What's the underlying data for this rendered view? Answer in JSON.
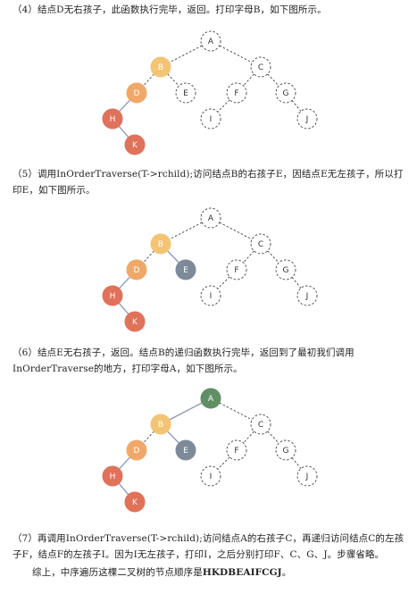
{
  "paragraphs": {
    "p4": "（4）结点D无右孩子，此函数执行完毕，返回。打印字母B，如下图所示。",
    "p5": "（5）调用InOrderTraverse(T->rchild);访问结点B的右孩子E，因结点E无左孩子，所以打印E，如下图所示。",
    "p6": "（6）结点E无右孩子，返回。结点B的递归函数执行完毕，返回到了最初我们调用InOrderTraverse的地方，打印字母A，如下图所示。",
    "p7": "（7）再调用InOrderTraverse(T->rchild);访问结点A的右孩子C，再递归访问结点C的左孩子F，结点F的左孩子I。因为I无左孩子，打印I，之后分别打印F、C、G、J。步骤省略。",
    "summary_prefix": "综上，中序遍历这棵二叉树的节点顺序是",
    "summary_result": "HKDBEAIFCGJ",
    "summary_suffix": "。"
  },
  "tree": {
    "nodes": [
      "A",
      "B",
      "C",
      "D",
      "E",
      "F",
      "G",
      "H",
      "I",
      "J",
      "K"
    ]
  },
  "colors": {
    "visited_red": "#e0725a",
    "visited_orange": "#f0a869",
    "visited_yellow": "#f3c473",
    "node_E_gray": "#7e8a99",
    "node_A_green": "#5f8f62",
    "unvisited_fill": "#ffffff",
    "dashed_edge": "#444444",
    "solid_edge": "#8f9bbd"
  }
}
